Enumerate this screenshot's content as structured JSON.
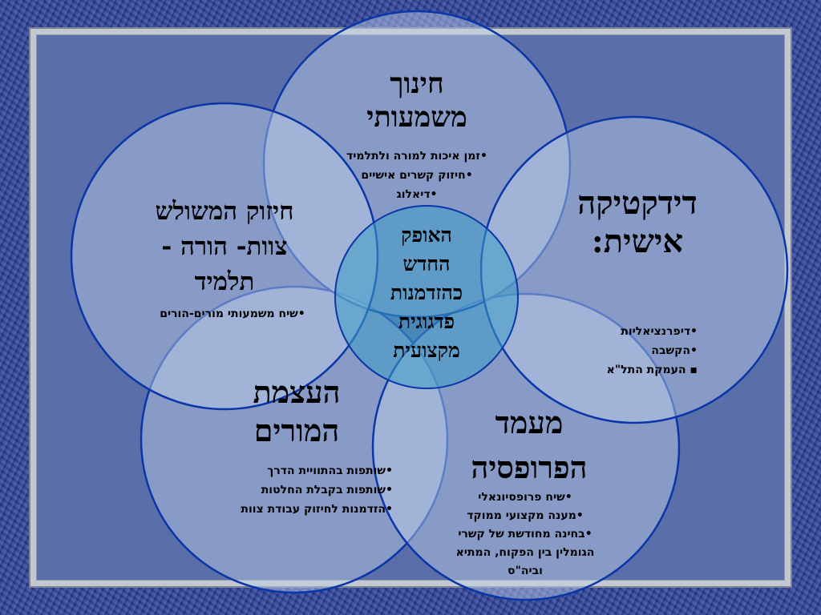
{
  "center": {
    "lines": [
      "האופק",
      "החדש",
      "כהזדמנות",
      "פדגוגית",
      "מקצועית"
    ]
  },
  "top": {
    "title_lines": [
      "חינוך",
      "משמעותי"
    ],
    "bullets": [
      "•זמן איכות למורה ולתלמיד",
      "•חיזוק קשרים אישיים",
      "•דיאלוג"
    ]
  },
  "left": {
    "title_lines": [
      "חיזוק המשולש",
      "צוות- הורה -",
      "תלמיד"
    ],
    "bullets": [
      "•שיח משמעותי מורים-הורים"
    ]
  },
  "right": {
    "title_lines": [
      "דידקטיקה",
      "אישית:"
    ],
    "bullets": [
      "•דיפרנציאליות",
      "•הקשבה",
      "▪ העמקת התל\"א"
    ]
  },
  "bottom_left": {
    "title_lines": [
      "העצמת",
      "המורים"
    ],
    "bullets": [
      "•שותפות בהתוויית הדרך",
      "•שותפות בקבלת החלטות",
      "•הזדמנות לחיזוק עבודת צוות"
    ]
  },
  "bottom_right": {
    "title_lines": [
      "מעמד",
      "הפרופסיה"
    ],
    "bullets": [
      "•שיח פרופסיונאלי",
      "•מענה מקצועי ממוקד",
      "•בחינה מחודשת של קשרי",
      "הגומלין בין הפקוח, המתיא",
      "וביה\"ס"
    ]
  },
  "colors": {
    "circle_fill": "#c2d3ec",
    "circle_stroke": "#0a36a8",
    "center_fill": "#3c9cc6",
    "panel": "#5a6ea9",
    "frame": "#c3c8d0"
  }
}
